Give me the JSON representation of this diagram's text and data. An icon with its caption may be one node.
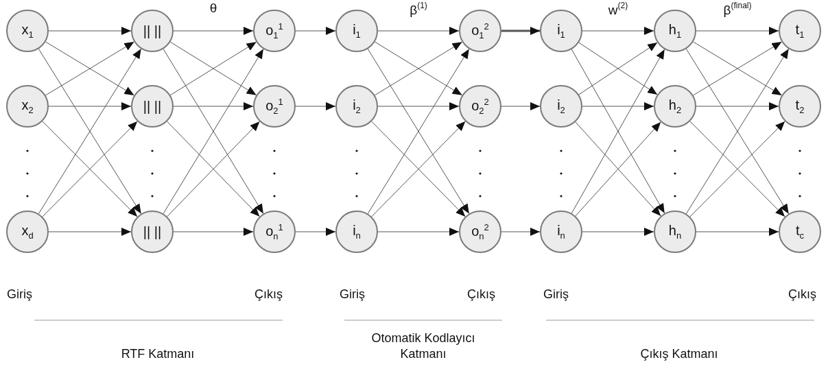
{
  "diagram": {
    "nodes": [
      {
        "text": [
          "x$_{1}$"
        ]
      },
      {
        "text": [
          "x$_{2}$"
        ]
      },
      {
        "text": [
          "x$_{d}$"
        ]
      },
      {
        "text": [
          "|| ||"
        ]
      },
      {
        "text": [
          "|| ||"
        ]
      },
      {
        "text": [
          "|| ||"
        ]
      },
      {
        "text": [
          "o$_{1}$$^{1}$"
        ]
      },
      {
        "text": [
          "o$_{2}$$^{1}$"
        ]
      },
      {
        "text": [
          "o$_{n}$$^{1}$"
        ]
      },
      {
        "text": [
          "i$_{1}$"
        ]
      },
      {
        "text": [
          "i$_{2}$"
        ]
      },
      {
        "text": [
          "i$_{n}$"
        ]
      },
      {
        "text": [
          "o$_{1}$$^{2}$"
        ]
      },
      {
        "text": [
          "o$_{2}$$^{2}$"
        ]
      },
      {
        "text": [
          "o$_{n}$$^{2}$"
        ]
      },
      {
        "text": [
          "i$_{1}$"
        ]
      },
      {
        "text": [
          "i$_{2}$"
        ]
      },
      {
        "text": [
          "i$_{n}$"
        ]
      },
      {
        "text": [
          "h$_{1}$"
        ]
      },
      {
        "text": [
          "h$_{2}$"
        ]
      },
      {
        "text": [
          "h$_{n}$"
        ]
      },
      {
        "text": [
          "t$_{1}$"
        ]
      },
      {
        "text": [
          "t$_{2}$"
        ]
      },
      {
        "text": [
          "t$_{c}$"
        ]
      }
    ],
    "edges": [
      {
        "from": 0,
        "to": 3,
        "arrow": "to"
      },
      {
        "from": 0,
        "to": 4,
        "arrow": "to"
      },
      {
        "from": 0,
        "to": 5,
        "arrow": "to"
      },
      {
        "from": 1,
        "to": 3,
        "arrow": "to"
      },
      {
        "from": 1,
        "to": 4,
        "arrow": "to"
      },
      {
        "from": 1,
        "to": 5,
        "arrow": "to"
      },
      {
        "from": 2,
        "to": 3,
        "arrow": "to"
      },
      {
        "from": 2,
        "to": 4,
        "arrow": "to"
      },
      {
        "from": 2,
        "to": 5,
        "arrow": "to"
      },
      {
        "from": 3,
        "to": 6,
        "arrow": "to",
        "label": "θ"
      },
      {
        "from": 3,
        "to": 7,
        "arrow": "to"
      },
      {
        "from": 3,
        "to": 8,
        "arrow": "to"
      },
      {
        "from": 4,
        "to": 6,
        "arrow": "to"
      },
      {
        "from": 4,
        "to": 7,
        "arrow": "to"
      },
      {
        "from": 4,
        "to": 8,
        "arrow": "to"
      },
      {
        "from": 5,
        "to": 6,
        "arrow": "to"
      },
      {
        "from": 5,
        "to": 7,
        "arrow": "to"
      },
      {
        "from": 5,
        "to": 8,
        "arrow": "to"
      },
      {
        "from": 6,
        "to": 9,
        "arrow": "to"
      },
      {
        "from": 7,
        "to": 10,
        "arrow": "to"
      },
      {
        "from": 8,
        "to": 11,
        "arrow": "to"
      },
      {
        "from": 9,
        "to": 12,
        "arrow": "to",
        "label": "β$^{(1)}$"
      },
      {
        "from": 9,
        "to": 13,
        "arrow": "to"
      },
      {
        "from": 9,
        "to": 14,
        "arrow": "to"
      },
      {
        "from": 10,
        "to": 12,
        "arrow": "to"
      },
      {
        "from": 10,
        "to": 13,
        "arrow": "to"
      },
      {
        "from": 10,
        "to": 14,
        "arrow": "to"
      },
      {
        "from": 11,
        "to": 12,
        "arrow": "to"
      },
      {
        "from": 11,
        "to": 13,
        "arrow": "to"
      },
      {
        "from": 11,
        "to": 14,
        "arrow": "to"
      },
      {
        "from": 12,
        "to": 15,
        "arrow": "to",
        "style": "thick"
      },
      {
        "from": 13,
        "to": 16,
        "arrow": "to"
      },
      {
        "from": 14,
        "to": 17,
        "arrow": "to"
      },
      {
        "from": 15,
        "to": 18,
        "arrow": "to",
        "label": "w$^{(2)}$"
      },
      {
        "from": 15,
        "to": 19,
        "arrow": "to"
      },
      {
        "from": 15,
        "to": 20,
        "arrow": "to"
      },
      {
        "from": 16,
        "to": 18,
        "arrow": "to"
      },
      {
        "from": 16,
        "to": 19,
        "arrow": "to"
      },
      {
        "from": 16,
        "to": 20,
        "arrow": "to"
      },
      {
        "from": 17,
        "to": 18,
        "arrow": "to"
      },
      {
        "from": 17,
        "to": 19,
        "arrow": "to"
      },
      {
        "from": 17,
        "to": 20,
        "arrow": "to"
      },
      {
        "from": 18,
        "to": 21,
        "arrow": "to",
        "label": "β$^{(final)}$"
      },
      {
        "from": 18,
        "to": 22,
        "arrow": "to"
      },
      {
        "from": 18,
        "to": 23,
        "arrow": "to"
      },
      {
        "from": 19,
        "to": 21,
        "arrow": "to"
      },
      {
        "from": 19,
        "to": 22,
        "arrow": "to"
      },
      {
        "from": 19,
        "to": 23,
        "arrow": "to"
      },
      {
        "from": 20,
        "to": 21,
        "arrow": "to"
      },
      {
        "from": 20,
        "to": 22,
        "arrow": "to"
      },
      {
        "from": 20,
        "to": 23,
        "arrow": "to"
      }
    ],
    "labels": [
      "Giriş",
      "Çıkış",
      "Giriş",
      "Çıkış",
      "Giriş",
      "Çıkış",
      "RTF Katmanı",
      "Otomatik Kodlayıcı Katmanı",
      "Çıkış Katmanı"
    ]
  }
}
